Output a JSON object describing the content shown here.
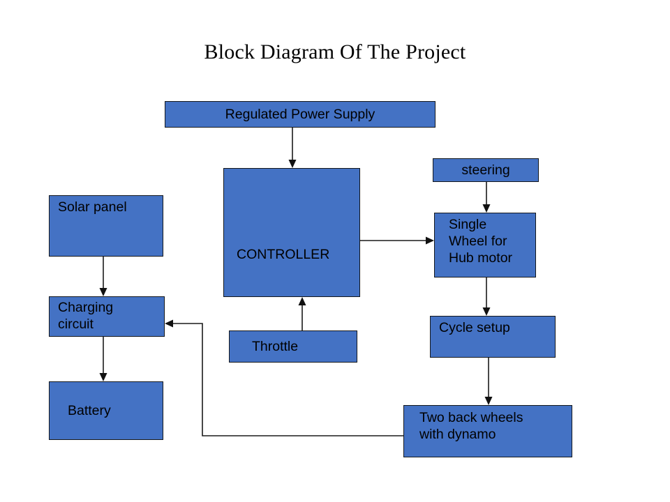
{
  "page": {
    "title": "Block Diagram Of The Project",
    "background_color": "#ffffff",
    "box_fill_color": "#4472C4",
    "box_border_color": "#13171c",
    "text_color": "#000000",
    "connector_color": "#1a1a1a"
  },
  "nodes": {
    "regulated_power_supply": {
      "label": "Regulated Power Supply"
    },
    "controller": {
      "label": "CONTROLLER"
    },
    "steering": {
      "label": "steering"
    },
    "single_wheel": {
      "label": "Single\nWheel for\nHub motor"
    },
    "solar_panel": {
      "label": "Solar panel"
    },
    "charging_circuit": {
      "label": "Charging\ncircuit"
    },
    "battery": {
      "label": "Battery"
    },
    "throttle": {
      "label": "Throttle"
    },
    "cycle_setup": {
      "label": "Cycle setup"
    },
    "two_back_wheels": {
      "label": "Two back wheels\nwith dynamo"
    }
  },
  "connections": [
    {
      "from": "regulated_power_supply",
      "to": "controller",
      "direction": "down"
    },
    {
      "from": "solar_panel",
      "to": "charging_circuit",
      "direction": "down"
    },
    {
      "from": "charging_circuit",
      "to": "battery",
      "direction": "down"
    },
    {
      "from": "throttle",
      "to": "controller",
      "direction": "up"
    },
    {
      "from": "controller",
      "to": "single_wheel",
      "direction": "right"
    },
    {
      "from": "steering",
      "to": "single_wheel",
      "direction": "down"
    },
    {
      "from": "single_wheel",
      "to": "cycle_setup",
      "direction": "down"
    },
    {
      "from": "cycle_setup",
      "to": "two_back_wheels",
      "direction": "down"
    },
    {
      "from": "two_back_wheels",
      "to": "charging_circuit",
      "direction": "left"
    }
  ]
}
